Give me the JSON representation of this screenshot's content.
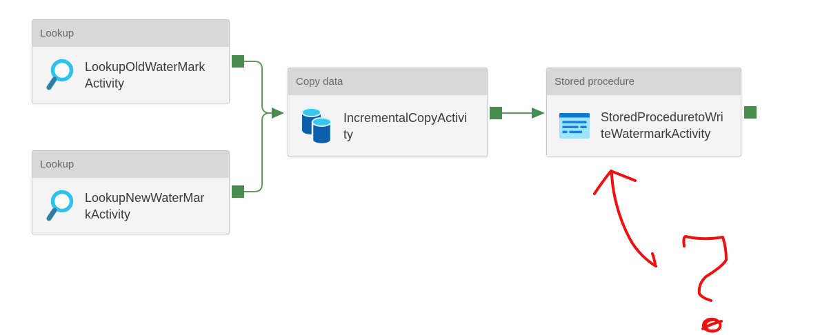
{
  "canvas": {
    "kind": "pipeline-designer-canvas"
  },
  "colors": {
    "canvas_bg": "#ffffff",
    "node_header_bg": "#d8d8d8",
    "node_body_bg": "#f4f4f4",
    "node_border": "#c9c9c9",
    "header_text": "#696969",
    "body_text": "#3b3b3b",
    "connector": "#5d9b62",
    "port": "#4a8b50",
    "annotation_red": "#f01010",
    "lookup_ring": "#2ec3ee",
    "lookup_handle": "#2f7fa0",
    "db_blue": "#0b5fad",
    "db_top": "#35c8f0",
    "sproc_bg": "#9fe3fc",
    "sproc_bar": "#0e79d6",
    "sproc_line": "#1482dc"
  },
  "nodes": [
    {
      "type_label": "Lookup",
      "name": "LookupOldWaterMarkActivity",
      "name_lines": [
        "LookupOldWaterMark",
        "Activity"
      ],
      "icon": "search-icon"
    },
    {
      "type_label": "Lookup",
      "name": "LookupNewWaterMarkActivity",
      "name_lines": [
        "LookupNewWaterMar",
        "kActivity"
      ],
      "icon": "search-icon"
    },
    {
      "type_label": "Copy data",
      "name": "IncrementalCopyActivity",
      "name_lines": [
        "IncrementalCopyActivi",
        "ty"
      ],
      "icon": "database-copy-icon"
    },
    {
      "type_label": "Stored procedure",
      "name": "StoredProceduretoWriteWatermarkActivity",
      "name_lines": [
        "StoredProceduretoWri",
        "teWatermarkActivity"
      ],
      "icon": "stored-procedure-icon"
    }
  ],
  "connections": [
    {
      "from": "LookupOldWaterMarkActivity",
      "to": "IncrementalCopyActivity"
    },
    {
      "from": "LookupNewWaterMarkActivity",
      "to": "IncrementalCopyActivity"
    },
    {
      "from": "IncrementalCopyActivity",
      "to": "StoredProceduretoWriteWatermarkActivity"
    }
  ],
  "annotation": {
    "color": "#f01010",
    "shapes": [
      "curved-arrow-pointing-up-at-stored-procedure",
      "question-mark",
      "scribbled-dot"
    ]
  }
}
